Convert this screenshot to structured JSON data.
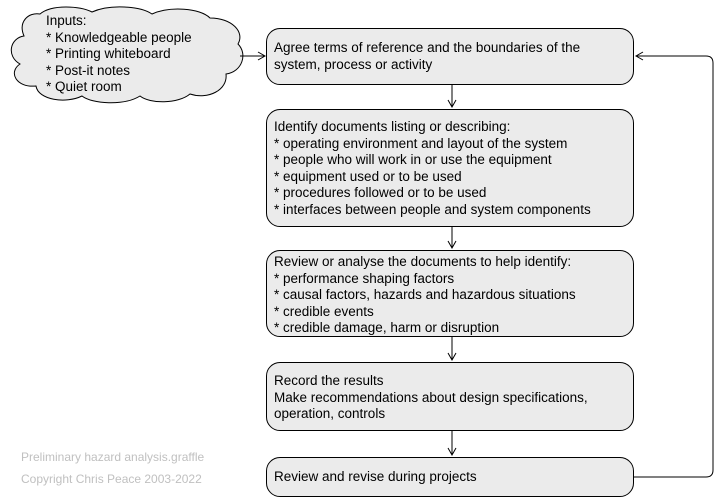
{
  "inputs_cloud": {
    "lines": [
      "Inputs:",
      "* Knowledgeable people",
      "* Printing whiteboard",
      "* Post-it notes",
      "* Quiet room"
    ]
  },
  "steps": [
    {
      "lines": [
        "Agree terms of reference and the boundaries of the",
        "system, process or activity"
      ]
    },
    {
      "lines": [
        "Identify documents listing or describing:",
        "* operating environment and layout of the system",
        "* people who will work in or use the equipment",
        "* equipment used or to be used",
        "* procedures followed or to be used",
        "* interfaces between people and system components"
      ]
    },
    {
      "lines": [
        "Review or analyse the documents to help identify:",
        "* performance shaping factors",
        "* causal factors, hazards and hazardous situations",
        "* credible events",
        "* credible damage, harm or disruption"
      ]
    },
    {
      "lines": [
        "Record the results",
        "Make recommendations about design specifications,",
        "operation, controls"
      ]
    },
    {
      "lines": [
        "Review and revise during projects"
      ]
    }
  ],
  "footer": {
    "filename": "Preliminary hazard analysis.graffle",
    "copyright": "Copyright Chris Peace 2003-2022"
  },
  "colors": {
    "box_fill": "#ebebeb",
    "stroke": "#000000",
    "footer_text": "#c0c0c0"
  }
}
